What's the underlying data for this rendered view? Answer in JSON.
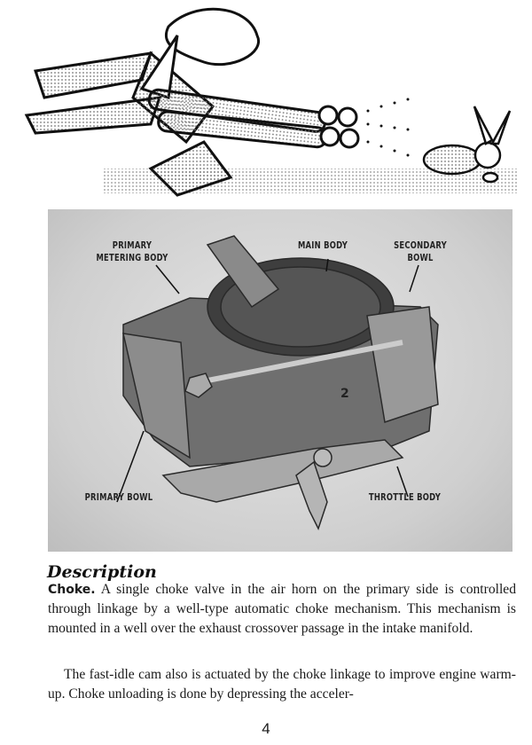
{
  "figure": {
    "labels": {
      "primary_metering_body": "PRIMARY\nMETERING BODY",
      "main_body": "MAIN BODY",
      "secondary_bowl": "SECONDARY\nBOWL",
      "primary_bowl": "PRIMARY BOWL",
      "throttle_body": "THROTTLE BODY"
    },
    "numeral": "2"
  },
  "section": {
    "heading": "Description",
    "paragraphs": [
      {
        "runin": "Choke.",
        "text": " A single choke valve in the air horn on the primary side is controlled through linkage by a well-type automatic choke mechanism. This mechanism is mounted in a well over the exhaust crossover passage in the intake manifold."
      },
      {
        "runin": "",
        "text": "The fast-idle cam also is actuated by the choke linkage to improve engine warm-up. Choke unloading is done by depressing the acceler-"
      }
    ]
  },
  "page_number": "4"
}
